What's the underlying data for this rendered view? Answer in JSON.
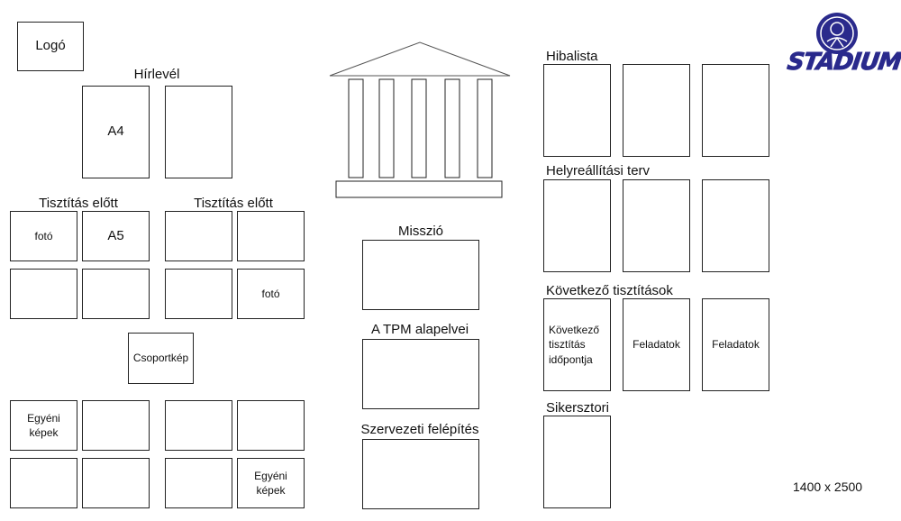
{
  "boxes": {
    "logo": "Logó",
    "a4": "A4",
    "a5": "A5",
    "foto_1": "fotó",
    "foto_2": "fotó",
    "csoportkep": "Csoportkép",
    "egyeni_1": "Egyéni\nképek",
    "egyeni_2": "Egyéni\nképek",
    "kovetkezo_idopont": "Következő\ntisztítás\nidőpontja",
    "feladatok_1": "Feladatok",
    "feladatok_2": "Feladatok"
  },
  "headings": {
    "hirlevel": "Hírlevél",
    "tisztitas_elott_1": "Tisztítás előtt",
    "tisztitas_elott_2": "Tisztítás előtt",
    "misszio": "Misszió",
    "tpm_alapelvei": "A TPM alapelvei",
    "szervezeti_felepites": "Szervezeti felépítés",
    "hibalista": "Hibalista",
    "helyreallitasi_terv": "Helyreállítási terv",
    "kovetkezo_tisztitasok": "Következő tisztítások",
    "sikersztori": "Sikersztori"
  },
  "brand": {
    "logo_text": "STADIUM",
    "color": "#2a2a8c"
  },
  "dimensions_note": "1400 x 2500"
}
